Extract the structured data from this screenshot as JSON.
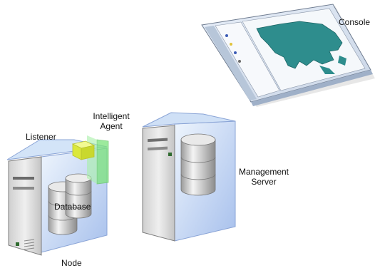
{
  "labels": {
    "console": "Console",
    "intelligent_agent_line1": "Intelligent",
    "intelligent_agent_line2": "Agent",
    "listener": "Listener",
    "management_server_line1": "Management",
    "management_server_line2": "Server",
    "database": "Database",
    "node": "Node"
  },
  "colors": {
    "glass_blue": "#a9c4ee",
    "glass_blue_light": "#d6e8fb",
    "tower_gray": "#dcdcdc",
    "tower_dark": "#9e9e9e",
    "map_teal": "#2e8d8d",
    "listener_yellow": "#e2f04a",
    "agent_green": "#7be37b"
  }
}
